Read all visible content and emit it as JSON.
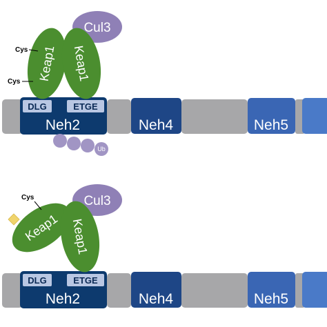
{
  "domains": {
    "neh2": "Neh2",
    "neh4": "Neh4",
    "neh5": "Neh5",
    "dlg": "DLG",
    "etge": "ETGE"
  },
  "proteins": {
    "keap1": "Keap1",
    "cul3": "Cul3",
    "cys": "Cys",
    "ub": "Ub"
  },
  "colors": {
    "linker": "#a7a7a9",
    "neh2": "#0d3a6e",
    "neh4": "#1e4686",
    "neh5": "#3a66b4",
    "neh_right": "#4a7ac8",
    "motif_box": "#b9c7e3",
    "keap1": "#4b8e2f",
    "cul3": "#8f80b6",
    "ubiquitin": "#a195c4",
    "modifier": "#f0d46c"
  }
}
